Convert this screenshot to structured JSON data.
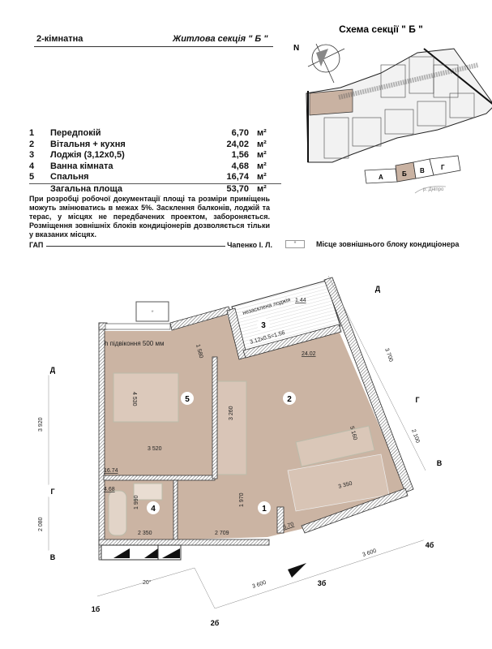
{
  "header": {
    "apartment_type": "2-кімнатна",
    "section": "Житлова секція \" Б \""
  },
  "rooms": [
    {
      "num": "1",
      "name": "Передпокій",
      "area": "6,70",
      "unit": "м²"
    },
    {
      "num": "2",
      "name": "Вітальня + кухня",
      "area": "24,02",
      "unit": "м²"
    },
    {
      "num": "3",
      "name": "Лоджія (3,12х0,5)",
      "area": "1,56",
      "unit": "м²"
    },
    {
      "num": "4",
      "name": "Ванна кімната",
      "area": "4,68",
      "unit": "м²"
    },
    {
      "num": "5",
      "name": "Спальня",
      "area": "16,74",
      "unit": "м²"
    }
  ],
  "total": {
    "label": "Загальна площа",
    "area": "53,70",
    "unit": "м²"
  },
  "notes": "При розробці робочої документації площі та розміри приміщень можуть змінюватись в межах 5%. Засклення балконів, лоджій та терас, у місцях не передбачених проектом, забороняється. Розміщення зовнішніх блоків кондиціонерів дозволяється тільки у вказаних місцях.",
  "signature": {
    "label": "ГАП",
    "name": "Чапенко І. Л."
  },
  "scheme": {
    "title": "Схема секції \" Б \"",
    "north": "N",
    "sections": [
      "А",
      "Б",
      "В",
      "Г"
    ],
    "river": "р. Дніпро"
  },
  "legend": {
    "symbol": "*",
    "label": "Місце зовнішнього блоку кондиціонера"
  },
  "plan": {
    "room_markers": [
      "1",
      "2",
      "3",
      "4",
      "5"
    ],
    "sill_note": "h підвіконня 500 мм",
    "loggia_label": "незасклена лоджія",
    "loggia_area": "1.44",
    "loggia_calc": "3.12х0.5=1.56",
    "areas": {
      "bedroom": "16.74",
      "bath": "4.68",
      "hall": "6.70",
      "living": "24.02"
    },
    "dims": {
      "d1580": "1 580",
      "d4530": "4 530",
      "d3260": "3 260",
      "d3520": "3 520",
      "d1990": "1 990",
      "d2350": "2 350",
      "d2709": "2 709",
      "d1970": "1 970",
      "d5160": "5 160",
      "d3350": "3 350",
      "d3920": "3 920",
      "d2080": "2 080",
      "d3700": "3 700",
      "d2100": "2 100",
      "d3600a": "3 600",
      "d3600b": "3 600",
      "angle": "20°"
    },
    "axes": {
      "d_left": "Д",
      "g_left": "Г",
      "v_left": "В",
      "d_right": "Д",
      "g_right": "Г",
      "v_right": "В",
      "a1": "1б",
      "a2": "2б",
      "a3": "3б",
      "a4": "4б"
    }
  }
}
